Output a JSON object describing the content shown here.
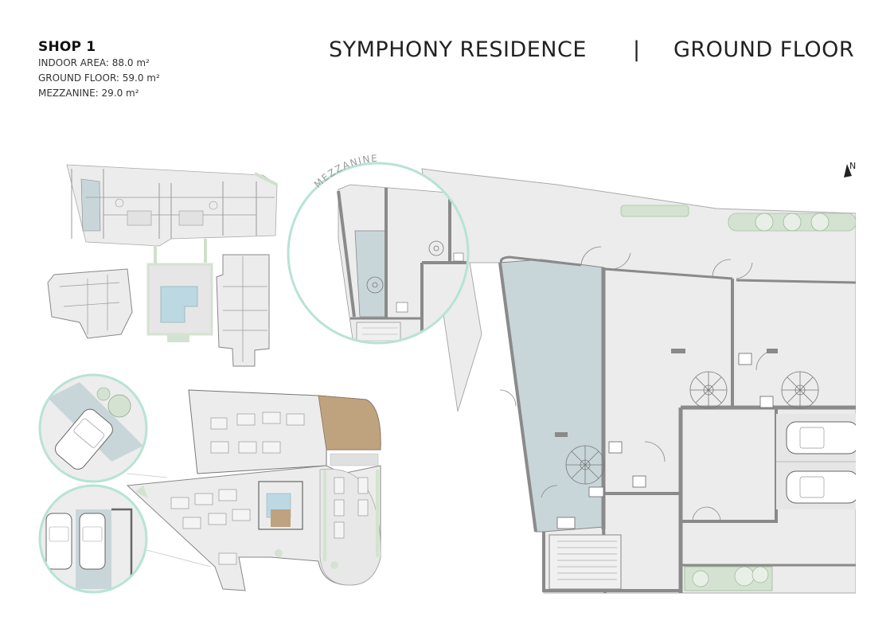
{
  "shop": {
    "title": "SHOP 1",
    "indoor_area": "INDOOR AREA: 88.0 m²",
    "ground_floor": "GROUND FLOOR: 59.0 m²",
    "mezzanine": "MEZZANINE: 29.0 m²"
  },
  "header": {
    "project": "SYMPHONY RESIDENCE",
    "separator": "|",
    "floor": "GROUND FLOOR"
  },
  "plan": {
    "mezzanine_label": "MEZZANINE",
    "north_label": "N"
  },
  "colors": {
    "highlight": "#c9d6d9",
    "floor_fill": "#ececec",
    "wall": "#8a8a8a",
    "landscape": "#d4e3d1",
    "callout_ring": "#b7e3d6",
    "roof_tan": "#bfa27e",
    "pool": "#bcd8e2"
  }
}
